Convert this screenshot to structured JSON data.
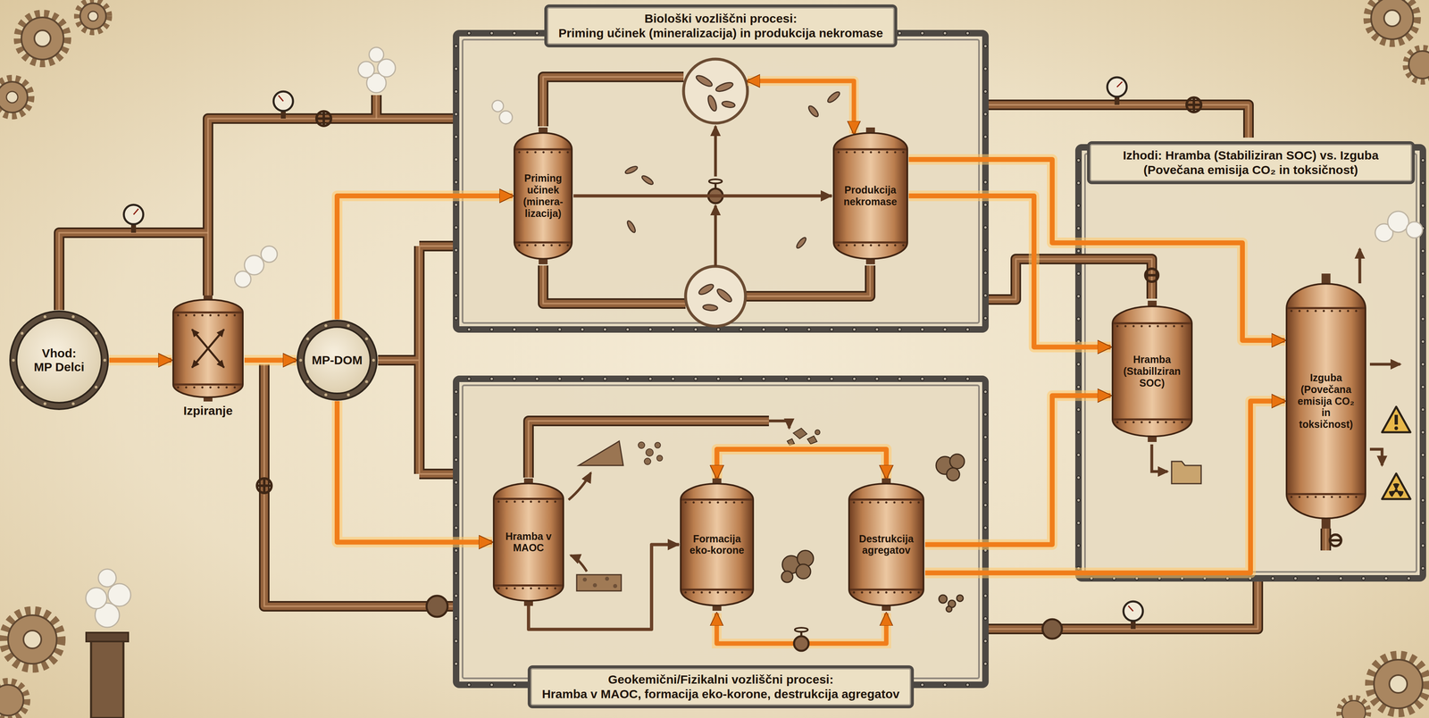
{
  "diagram": {
    "nodes": [
      {
        "text": [
          "Vhod: MP Delci"
        ]
      },
      {
        "text": [
          "Izpiranje"
        ]
      },
      {
        "text": [
          "MP-DOM"
        ]
      },
      {
        "text": [
          "Biološki vozliščni procesi:",
          "Priming učinek (mineralizacija) in produkcija nekromase"
        ]
      },
      {
        "text": [
          "Priming učinek (minera- lizacija)"
        ],
        "in": 3
      },
      {
        "text": [
          "Produkcija nekromase"
        ],
        "in": 3
      },
      {
        "text": [
          "Geokemični/Fizikalni vozliščni procesi:",
          "Hramba v MAOC, formacija eko-korone, destrukcija agregatov"
        ]
      },
      {
        "text": [
          "Hramba v MAOC"
        ],
        "in": 6
      },
      {
        "text": [
          "Formacija eko-korone"
        ],
        "in": 6
      },
      {
        "text": [
          "Destrukcija agregatov"
        ],
        "in": 6
      },
      {
        "text": [
          "Izhodi: Hramba (Stabiliziran SOC) vs. Izguba (Povečana emisija CO₂ in toksičnost)"
        ]
      },
      {
        "text": [
          "Hramba (Stabillziran SOC)"
        ],
        "in": 10
      },
      {
        "text": [
          "Izguba (Povečana emisija CO₂ in toksičnost)"
        ],
        "in": 10
      }
    ],
    "edges": [
      {
        "from": 0,
        "to": 1,
        "arrow": "to"
      },
      {
        "from": 1,
        "to": 2,
        "arrow": "to"
      },
      {
        "from": 2,
        "to": 4,
        "arrow": "to"
      },
      {
        "from": 2,
        "to": 7,
        "arrow": "to"
      },
      {
        "from": 4,
        "to": 5,
        "arrow": "to"
      },
      {
        "from": 7,
        "to": 8,
        "arrow": "to"
      },
      {
        "from": 8,
        "to": 9,
        "arrow": "both"
      },
      {
        "from": 5,
        "to": 11,
        "arrow": "to"
      },
      {
        "from": 9,
        "to": 11,
        "arrow": "to"
      },
      {
        "from": 9,
        "to": 12,
        "arrow": "to"
      },
      {
        "from": 5,
        "to": 12,
        "arrow": "to"
      }
    ]
  }
}
